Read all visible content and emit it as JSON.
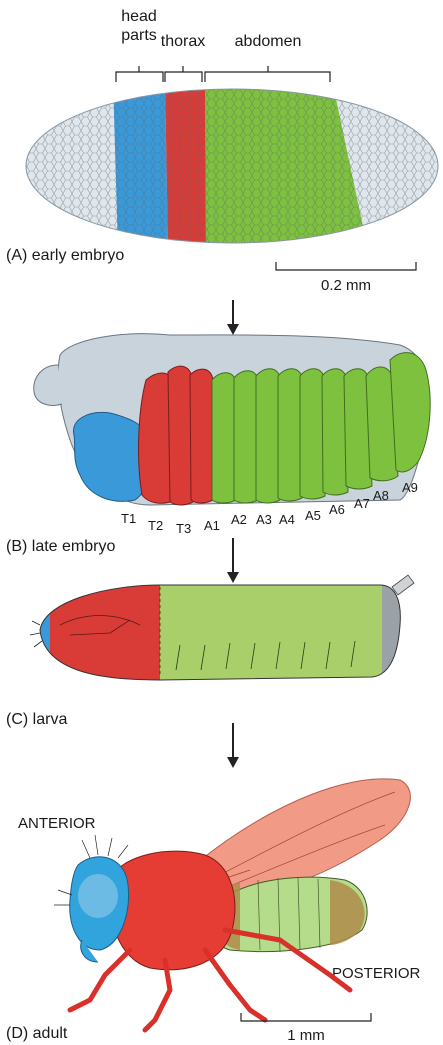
{
  "embryo_labels": {
    "head": "head",
    "parts": "parts",
    "thorax": "thorax",
    "abdomen": "abdomen"
  },
  "captions": {
    "a": "(A) early embryo",
    "b": "(B) late embryo",
    "c": "(C) larva",
    "d": "(D) adult"
  },
  "scales": {
    "embryo": "0.2 mm",
    "adult": "1 mm"
  },
  "segments": [
    "T1",
    "T2",
    "T3",
    "A1",
    "A2",
    "A3",
    "A4",
    "A5",
    "A6",
    "A7",
    "A8",
    "A9"
  ],
  "orientation": {
    "anterior": "ANTERIOR",
    "posterior": "POSTERIOR"
  },
  "colors": {
    "head": "#3a9ad9",
    "thorax": "#d93b36",
    "abdomen": "#7ec13e",
    "unsegmented": "#c9d3dc"
  }
}
